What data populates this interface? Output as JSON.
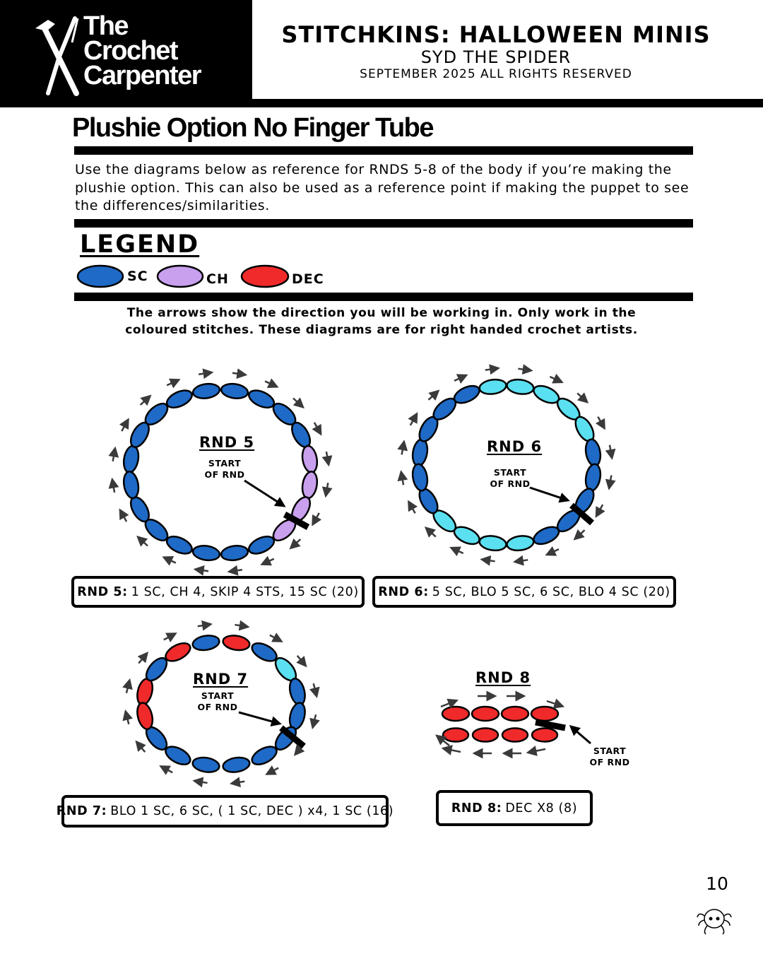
{
  "logo": {
    "lines": [
      "The",
      "Crochet",
      "Carpenter"
    ]
  },
  "header": {
    "title": "STITCHKINS: HALLOWEEN MINIS",
    "subtitle": "SYD THE SPIDER",
    "rights": "SEPTEMBER 2025 ALL RIGHTS RESERVED"
  },
  "section_title": "Plushie Option No Finger Tube",
  "intro": "Use the diagrams below as reference for RNDS 5-8 of the body if you’re making the plushie option. This can also be used as a reference point if making the puppet to see the differences/similarities.",
  "legend": {
    "title": "LEGEND",
    "items": [
      {
        "label": "SC",
        "color": "#1e6ac6"
      },
      {
        "label": "CH",
        "color": "#c8a0ee"
      },
      {
        "label": "DEC",
        "color": "#f02a2a"
      }
    ]
  },
  "note": "The arrows show the direction you will be working in. Only work in the coloured stitches. These diagrams are for right handed crochet artists.",
  "colors": {
    "sc": "#1e6ac6",
    "ch": "#c8a0ee",
    "dec": "#f02a2a",
    "blo": "#5ae0f0",
    "arrow": "#3a3a3a"
  },
  "rounds": [
    {
      "label": "RND 5",
      "start_text": [
        "START",
        "OF RND"
      ],
      "caption_bold": "RND 5:",
      "caption_text": "1 SC, CH 4, SKIP 4 STS, 15 SC (20)"
    },
    {
      "label": "RND 6",
      "start_text": [
        "START",
        "OF RND"
      ],
      "caption_bold": "RND 6:",
      "caption_text": "5 SC, BLO 5 SC, 6 SC, BLO 4 SC (20)"
    },
    {
      "label": "RND 7",
      "start_text": [
        "START",
        "OF RND"
      ],
      "caption_bold": "RND 7:",
      "caption_text": "BLO 1 SC, 6 SC, ( 1 SC, DEC ) x4, 1 SC (16)"
    },
    {
      "label": "RND 8",
      "start_text": [
        "START",
        "OF RND"
      ],
      "caption_bold": "RND 8:",
      "caption_text": "DEC X8 (8)"
    }
  ],
  "page_number": "10"
}
